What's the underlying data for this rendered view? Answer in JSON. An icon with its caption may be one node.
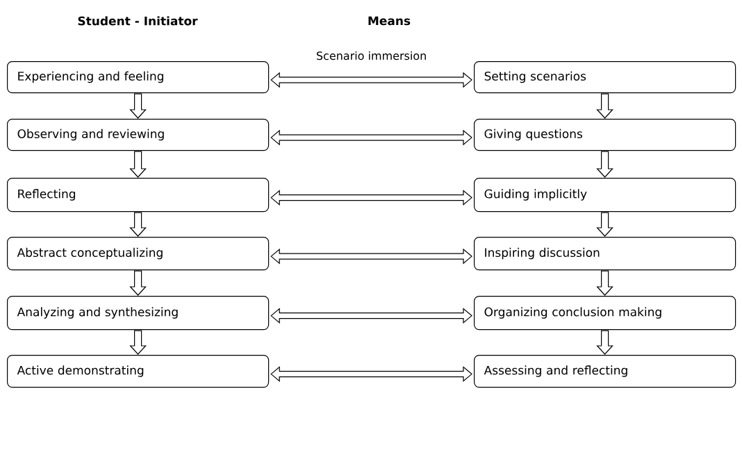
{
  "diagram": {
    "nodes": [
      {
        "text": [
          "Experiencing and feeling"
        ]
      },
      {
        "text": [
          "Observing and reviewing"
        ]
      },
      {
        "text": [
          "Reflecting"
        ]
      },
      {
        "text": [
          "Abstract conceptualizing"
        ]
      },
      {
        "text": [
          "Analyzing and synthesizing"
        ]
      },
      {
        "text": [
          "Active demonstrating"
        ]
      },
      {
        "text": [
          "Setting scenarios"
        ]
      },
      {
        "text": [
          "Giving questions"
        ]
      },
      {
        "text": [
          "Guiding implicitly"
        ]
      },
      {
        "text": [
          "Inspiring discussion"
        ]
      },
      {
        "text": [
          "Organizing conclusion making"
        ]
      },
      {
        "text": [
          "Assessing and reflecting"
        ]
      }
    ],
    "edges": [
      {
        "from": 0,
        "to": 6,
        "arrow": "both",
        "label": "Scenario immersion"
      },
      {
        "from": 1,
        "to": 7,
        "arrow": "both"
      },
      {
        "from": 2,
        "to": 8,
        "arrow": "both"
      },
      {
        "from": 3,
        "to": 9,
        "arrow": "both"
      },
      {
        "from": 4,
        "to": 10,
        "arrow": "both"
      },
      {
        "from": 5,
        "to": 11,
        "arrow": "both"
      },
      {
        "from": 0,
        "to": 1,
        "arrow": "to"
      },
      {
        "from": 1,
        "to": 2,
        "arrow": "to"
      },
      {
        "from": 2,
        "to": 3,
        "arrow": "to"
      },
      {
        "from": 3,
        "to": 4,
        "arrow": "to"
      },
      {
        "from": 4,
        "to": 5,
        "arrow": "to"
      },
      {
        "from": 6,
        "to": 7,
        "arrow": "to"
      },
      {
        "from": 7,
        "to": 8,
        "arrow": "to"
      },
      {
        "from": 8,
        "to": 9,
        "arrow": "to"
      },
      {
        "from": 9,
        "to": 10,
        "arrow": "to"
      },
      {
        "from": 10,
        "to": 11,
        "arrow": "to"
      }
    ],
    "labels": [
      "Student - Initiator",
      "Means"
    ]
  }
}
